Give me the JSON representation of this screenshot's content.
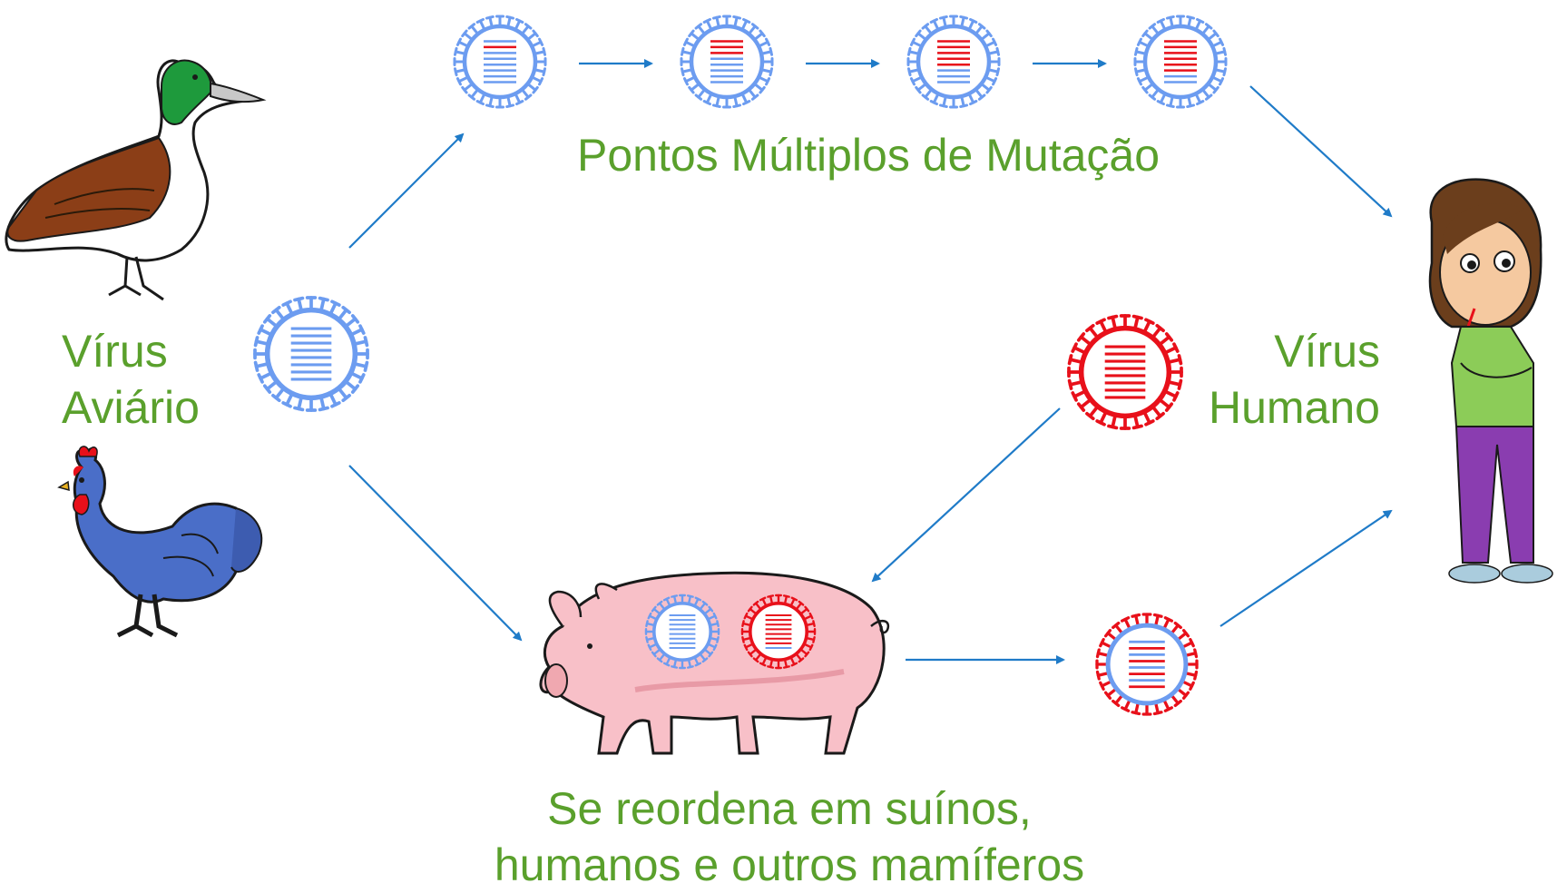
{
  "labels": {
    "mutation": "Pontos Múltiplos de Mutação",
    "avian_line1": "Vírus",
    "avian_line2": "Aviário",
    "human_line1": "Vírus",
    "human_line2": "Humano",
    "reassort_line1": "Se reordena em suínos,",
    "reassort_line2": "humanos e outros mamíferos"
  },
  "colors": {
    "label_green": "#5aa02c",
    "avian_virus_blue": "#6c9cf0",
    "human_virus_red": "#e8101a",
    "arrow_blue": "#1f7bc8"
  },
  "icons": [
    "duck-icon",
    "rooster-icon",
    "pig-icon",
    "sick-girl-icon",
    "virus-icon"
  ]
}
